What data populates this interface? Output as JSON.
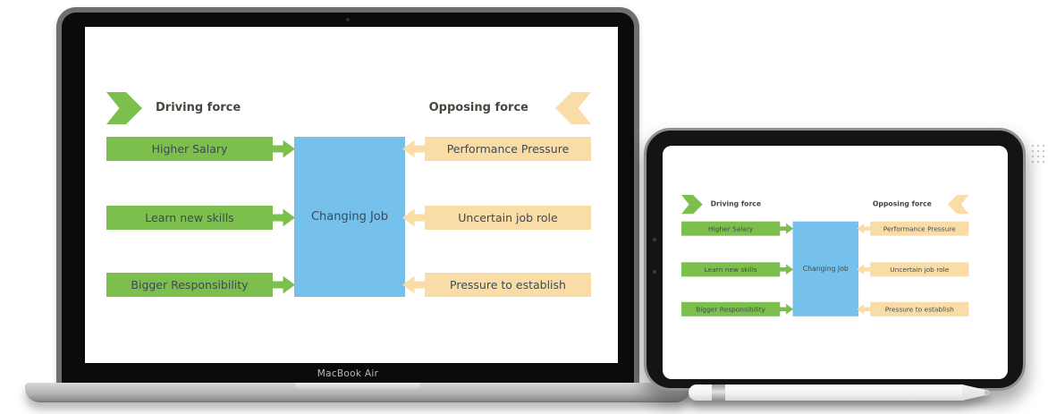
{
  "laptop": {
    "brand_label": "MacBook Air"
  },
  "diagram": {
    "driving_header": "Driving force",
    "opposing_header": "Opposing force",
    "center_label": "Changing Job",
    "driving": [
      {
        "label": "Higher Salary"
      },
      {
        "label": "Learn new skills"
      },
      {
        "label": "Bigger Responsibility"
      }
    ],
    "opposing": [
      {
        "label": "Performance Pressure"
      },
      {
        "label": "Uncertain job role"
      },
      {
        "label": "Pressure to establish"
      }
    ],
    "colors": {
      "driving_green": "#7CBF4D",
      "opposing_tan": "#FADCA7",
      "center_blue": "#75C1EB",
      "label_text": "#3F4A52",
      "header_text": "#47473F"
    }
  }
}
